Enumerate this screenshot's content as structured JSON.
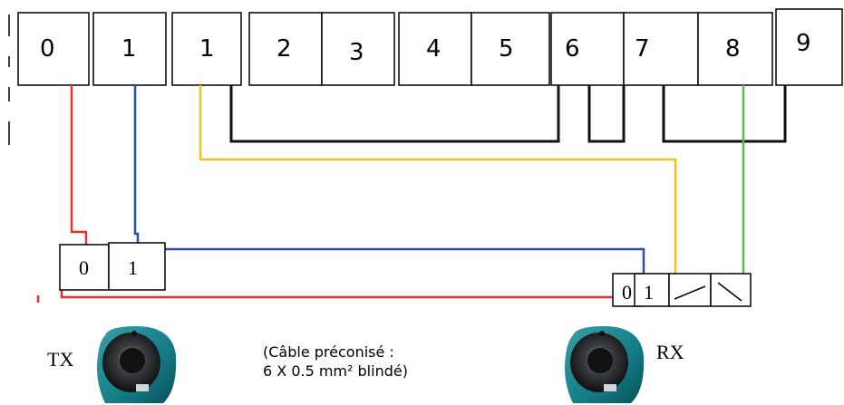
{
  "terminal_block": {
    "terminals": [
      "0",
      "1",
      "1",
      "2",
      "3",
      "4",
      "5",
      "6",
      "7",
      "8",
      "9"
    ]
  },
  "tx_block": {
    "terminals": [
      "0",
      "1"
    ]
  },
  "rx_block": {
    "terminals": [
      "0",
      "1"
    ]
  },
  "tx_label": "TX",
  "rx_label": "RX",
  "cable_note": {
    "line1": "(Câble préconisé :",
    "line2": "6 X 0.5 mm² blindé)"
  },
  "wire_colors": {
    "red": "#e8302a",
    "blue": "#2f4fa0",
    "yellow": "#f2c21b",
    "green": "#57b846",
    "bridge": "#111111"
  },
  "icons": {
    "tx_device": "photocell-transmitter-icon",
    "rx_device": "photocell-receiver-icon",
    "switch_no": "normally-open-contact-icon",
    "switch_nc": "closed-contact-icon"
  }
}
